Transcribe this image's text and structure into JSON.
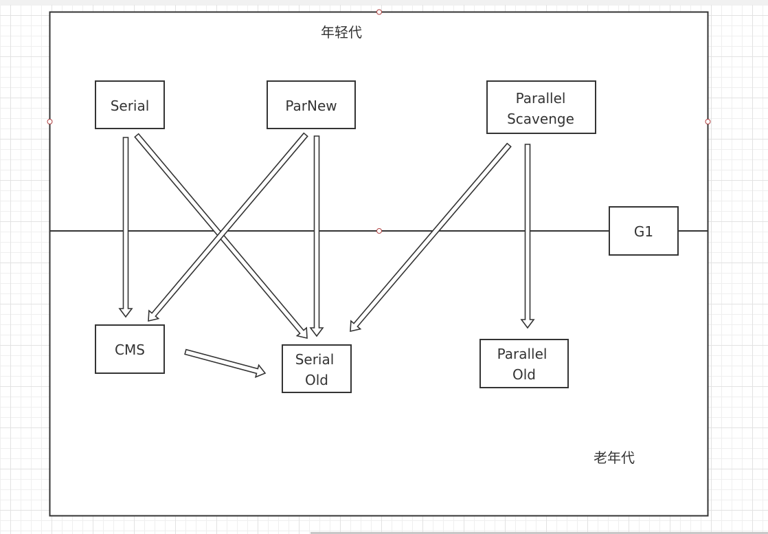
{
  "diagram": {
    "title_young": "年轻代",
    "title_old": "老年代",
    "nodes": {
      "serial": {
        "lines": [
          "Serial"
        ]
      },
      "parnew": {
        "lines": [
          "ParNew"
        ]
      },
      "parallel_scavenge": {
        "lines": [
          "Parallel",
          "Scavenge"
        ]
      },
      "g1": {
        "lines": [
          "G1"
        ]
      },
      "cms": {
        "lines": [
          "CMS"
        ]
      },
      "serial_old": {
        "lines": [
          "Serial",
          "Old"
        ]
      },
      "parallel_old": {
        "lines": [
          "Parallel",
          "Old"
        ]
      }
    },
    "edges": [
      {
        "from": "Serial",
        "to": "CMS"
      },
      {
        "from": "Serial",
        "to": "Serial Old"
      },
      {
        "from": "ParNew",
        "to": "CMS"
      },
      {
        "from": "ParNew",
        "to": "Serial Old"
      },
      {
        "from": "Parallel Scavenge",
        "to": "Serial Old"
      },
      {
        "from": "Parallel Scavenge",
        "to": "Parallel Old"
      },
      {
        "from": "CMS",
        "to": "Serial Old"
      }
    ],
    "colors": {
      "stroke": "#333333",
      "handle": "#b04040",
      "grid": "#efefef"
    }
  }
}
